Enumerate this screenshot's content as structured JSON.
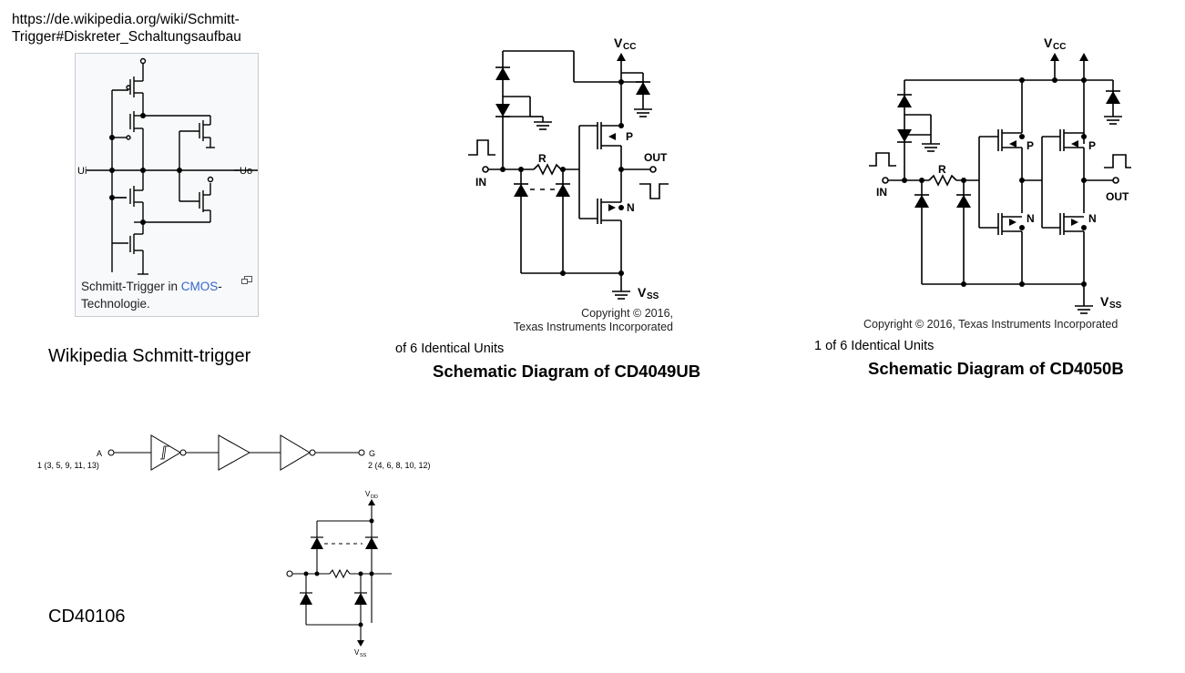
{
  "wiki": {
    "url_line1": "https://de.wikipedia.org/wiki/Schmitt-",
    "url_line2": "Trigger#Diskreter_Schaltungsaufbau",
    "caption_pre": "Schmitt-Trigger in ",
    "caption_link": "CMOS",
    "caption_post": "-",
    "caption_line2": "Technologie.",
    "label_ui": "Ui",
    "label_uo": "Uo",
    "section_label": "Wikipedia Schmitt-trigger"
  },
  "cd4049": {
    "vcc": "V",
    "vcc_sub": "CC",
    "vss": "V",
    "vss_sub": "SS",
    "r": "R",
    "p": "P",
    "n": "N",
    "in": "IN",
    "out": "OUT",
    "copyright1": "Copyright © 2016,",
    "copyright2": "Texas Instruments Incorporated",
    "units": "of 6 Identical Units",
    "title": "Schematic Diagram of CD4049UB"
  },
  "cd4050": {
    "vcc": "V",
    "vcc_sub": "CC",
    "vss": "V",
    "vss_sub": "SS",
    "r": "R",
    "p1": "P",
    "p2": "P",
    "n1": "N",
    "n2": "N",
    "in": "IN",
    "out": "OUT",
    "copyright": "Copyright © 2016, Texas Instruments Incorporated",
    "units": "1 of 6 Identical Units",
    "title": "Schematic Diagram of CD4050B"
  },
  "cd40106": {
    "pin_a": "A",
    "pin_a_nums": "1 (3, 5, 9, 11, 13)",
    "pin_g": "G",
    "pin_g_nums": "2 (4, 6, 8, 10, 12)",
    "vdd": "V",
    "vdd_sub": "DD",
    "vss": "V",
    "vss_sub": "SS",
    "section_label": "CD40106"
  },
  "colors": {
    "ink": "#000000",
    "link": "#3366cc",
    "thumb_bg": "#f8f9fa",
    "thumb_border": "#c8ccd1"
  }
}
